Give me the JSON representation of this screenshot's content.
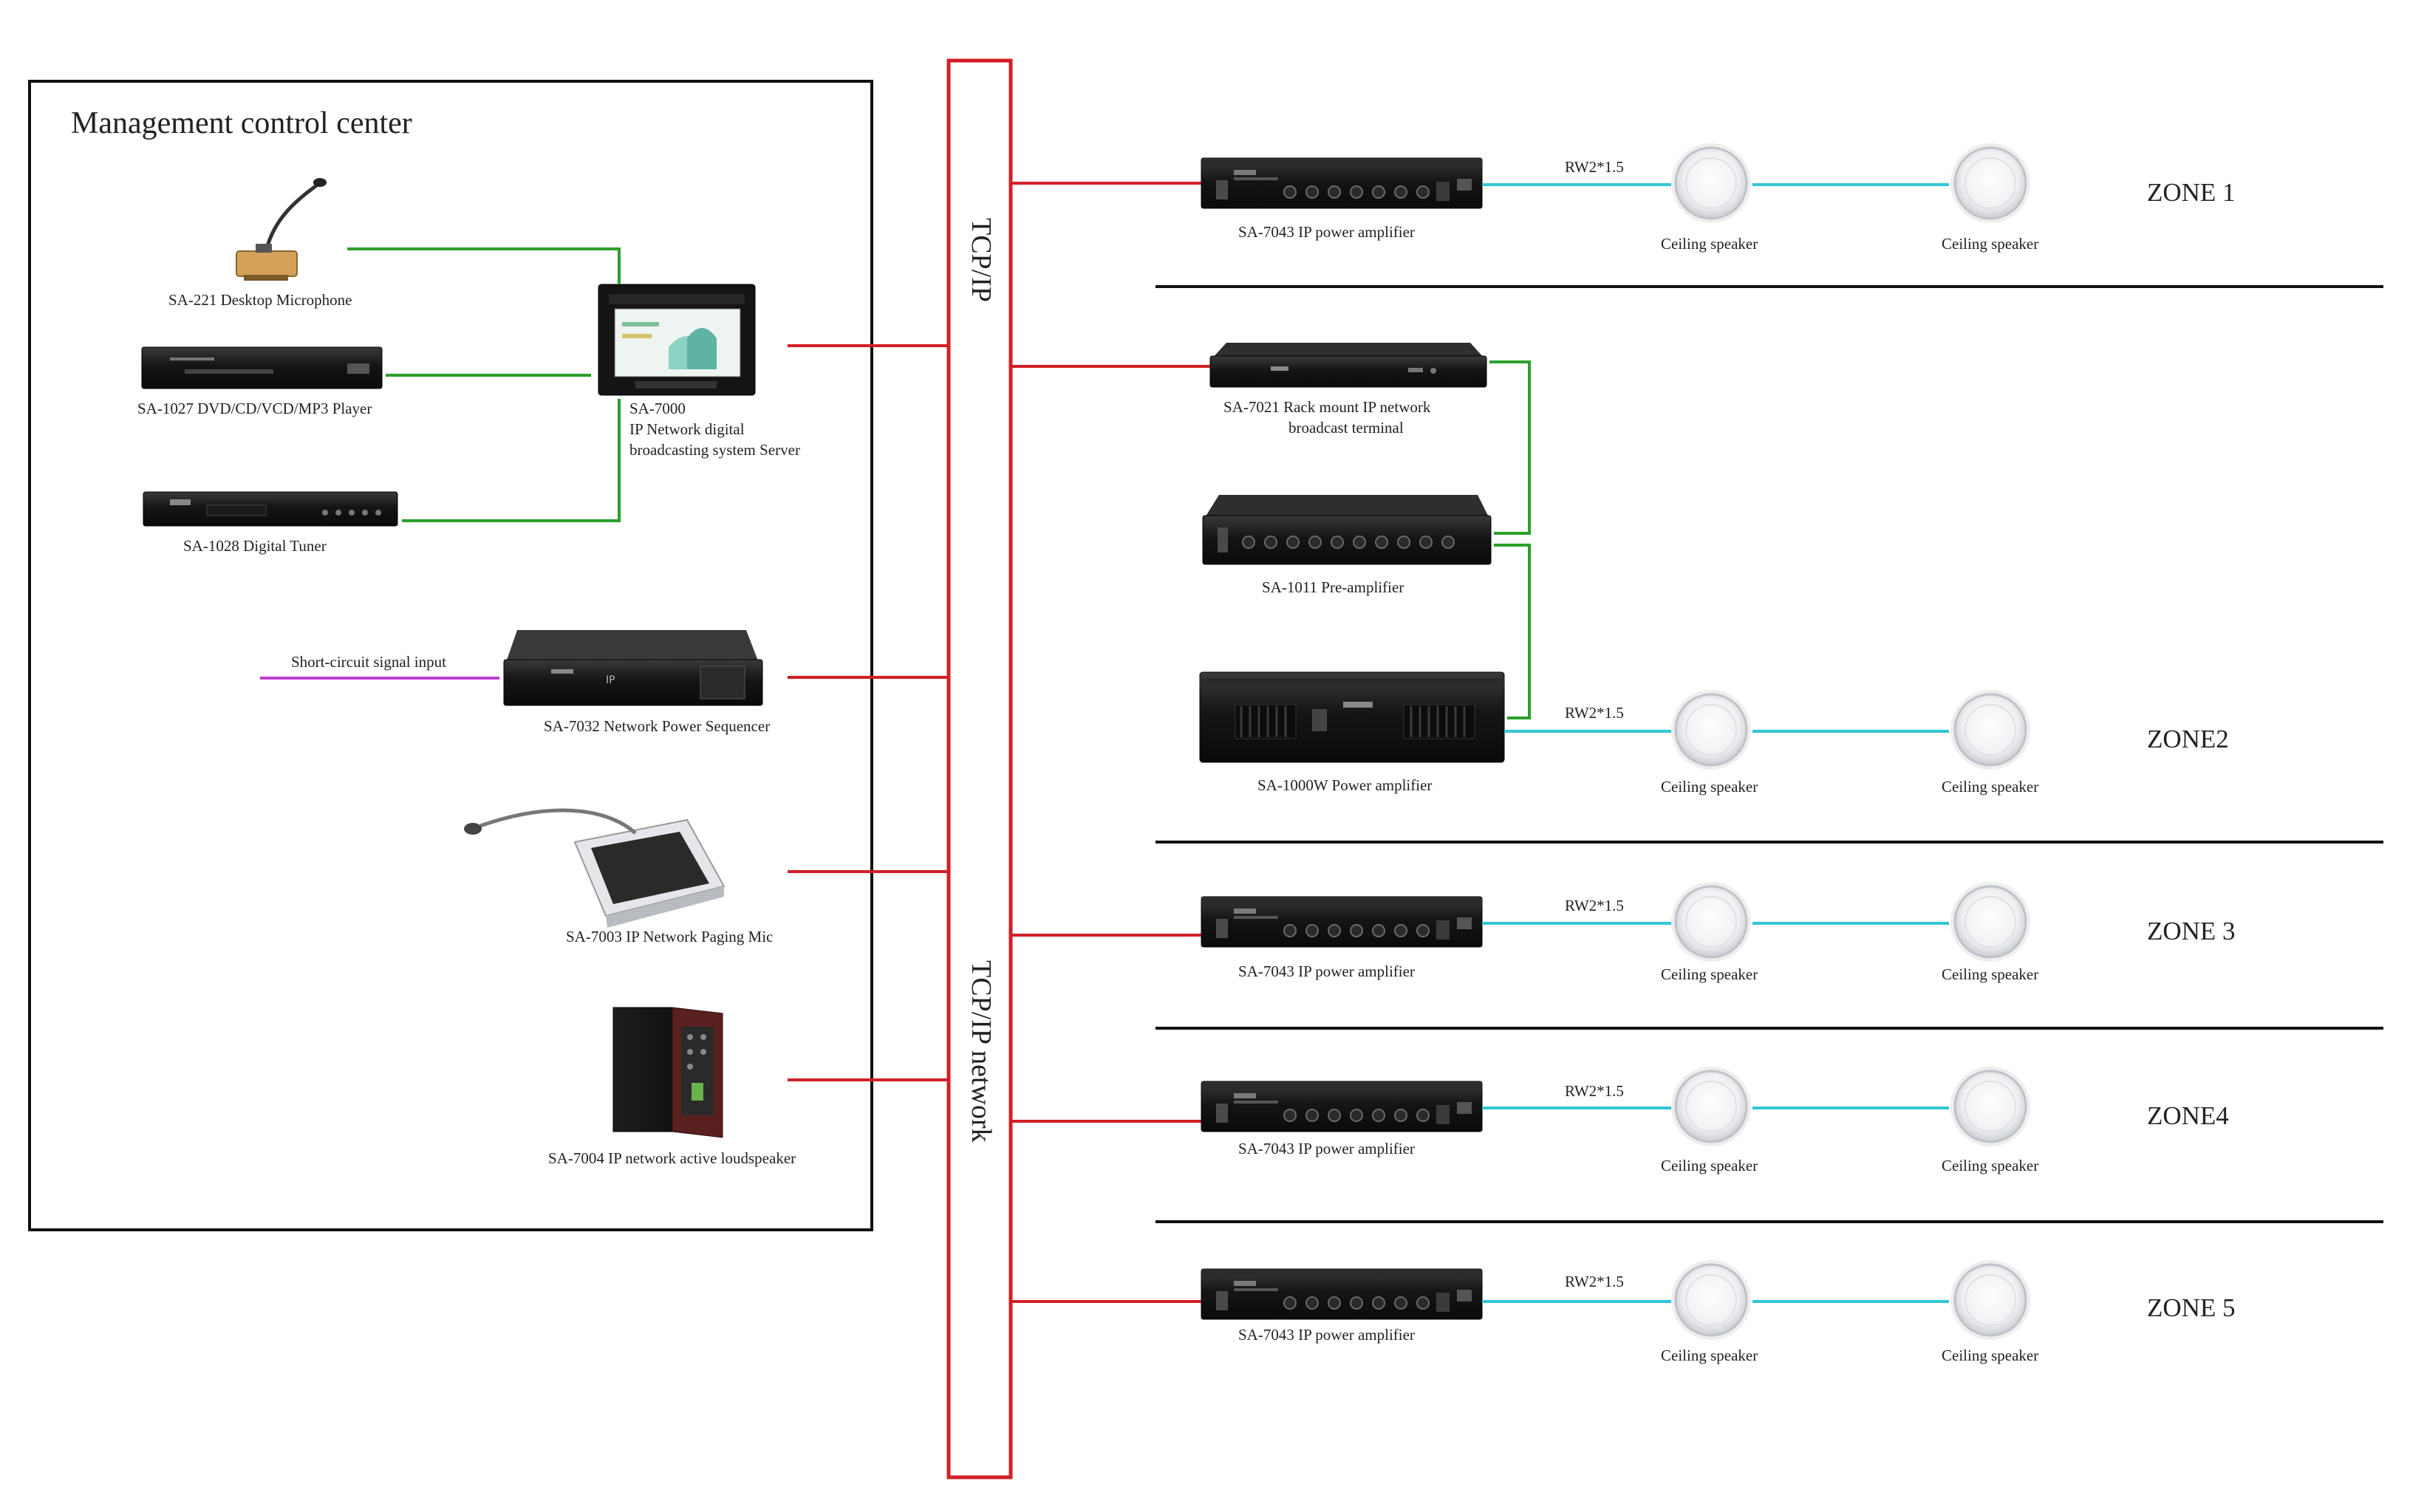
{
  "colors": {
    "ethernet": "#d31f26",
    "audio": "#2aa02a",
    "speaker_cable": "#33c6d4",
    "signal_input": "#c23ad4",
    "box": "#111111"
  },
  "management_center": {
    "title": "Management control center",
    "devices": {
      "desktop_mic": "SA-221 Desktop Microphone",
      "dvd_player": "SA-1027 DVD/CD/VCD/MP3 Player",
      "digital_tuner": "SA-1028 Digital Tuner",
      "server_line1": "SA-7000",
      "server_line2": "IP Network digital",
      "server_line3": "broadcasting system Server",
      "short_circuit_input": "Short-circuit signal input",
      "power_sequencer": "SA-7032 Network Power Sequencer",
      "paging_mic": "SA-7003 IP Network Paging Mic",
      "active_speaker": "SA-7004 IP network active loudspeaker"
    }
  },
  "bus": {
    "top_label": "TCP/IP",
    "bottom_label": "TCP/IP network"
  },
  "zones": {
    "zone1": {
      "name": "ZONE 1",
      "amplifier": "SA-7043 IP power amplifier",
      "cable": "RW2*1.5",
      "speaker_a": "Ceiling speaker",
      "speaker_b": "Ceiling speaker"
    },
    "zone2": {
      "name": "ZONE2",
      "terminal_line1": "SA-7021 Rack mount IP network",
      "terminal_line2": "broadcast terminal",
      "preamp": "SA-1011 Pre-amplifier",
      "amplifier": "SA-1000W  Power amplifier",
      "cable": "RW2*1.5",
      "speaker_a": "Ceiling speaker",
      "speaker_b": "Ceiling speaker"
    },
    "zone3": {
      "name": "ZONE 3",
      "amplifier": "SA-7043 IP power amplifier",
      "cable": "RW2*1.5",
      "speaker_a": "Ceiling speaker",
      "speaker_b": "Ceiling speaker"
    },
    "zone4": {
      "name": "ZONE4",
      "amplifier": "SA-7043 IP power amplifier",
      "cable": "RW2*1.5",
      "speaker_a": "Ceiling speaker",
      "speaker_b": "Ceiling speaker"
    },
    "zone5": {
      "name": "ZONE 5",
      "amplifier": "SA-7043 IP power amplifier",
      "cable": "RW2*1.5",
      "speaker_a": "Ceiling speaker",
      "speaker_b": "Ceiling speaker"
    }
  }
}
